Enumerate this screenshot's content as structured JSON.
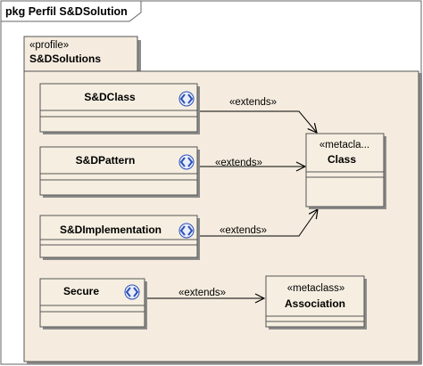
{
  "diagram": {
    "frame_label": "pkg Perfil S&DSolution",
    "package": {
      "stereotype": "«profile»",
      "name": "S&DSolutions"
    },
    "stereotypes": [
      {
        "name": "S&DClass",
        "icon": "stereotype-icon"
      },
      {
        "name": "S&DPattern",
        "icon": "stereotype-icon"
      },
      {
        "name": "S&DImplementation",
        "icon": "stereotype-icon"
      },
      {
        "name": "Secure",
        "icon": "stereotype-icon"
      }
    ],
    "metaclasses": [
      {
        "stereotype": "«metacla...",
        "name": "Class"
      },
      {
        "stereotype": "«metaclass»",
        "name": "Association"
      }
    ],
    "extensions": [
      {
        "from": "S&DClass",
        "to": "Class",
        "label": "«extends»"
      },
      {
        "from": "S&DPattern",
        "to": "Class",
        "label": "«extends»"
      },
      {
        "from": "S&DImplementation",
        "to": "Class",
        "label": "«extends»"
      },
      {
        "from": "Secure",
        "to": "Association",
        "label": "«extends»"
      }
    ],
    "colors": {
      "element_fill": "#f6efe1",
      "frame_fill": "#f5ecdf",
      "shadow": "#8a8a8a",
      "icon_blue": "#2a4fb8"
    }
  }
}
